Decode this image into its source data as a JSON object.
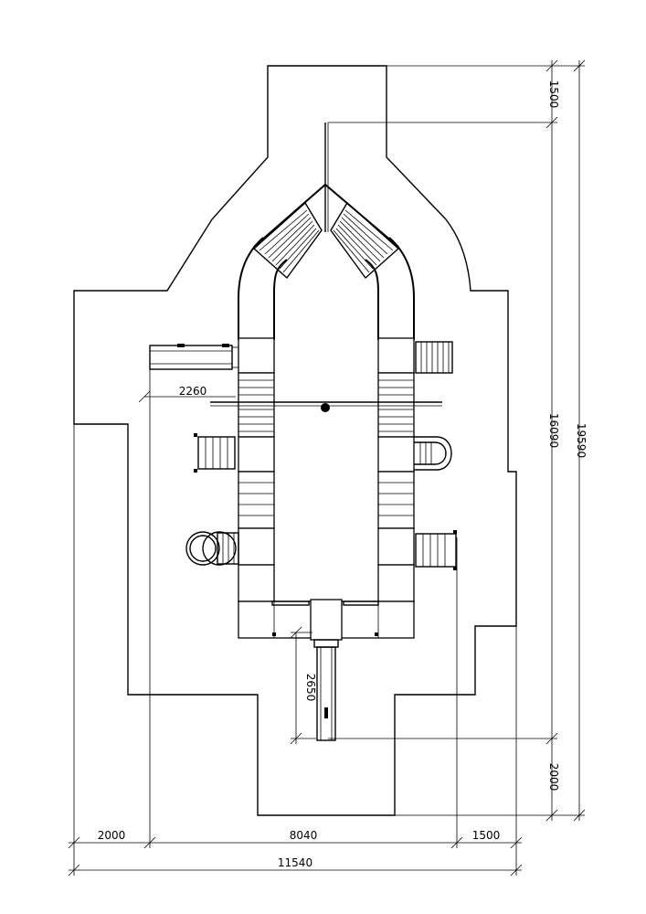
{
  "dimensions": {
    "top_offset": "1500",
    "inner_height": "16090",
    "total_height": "19590",
    "bottom_offset": "2000",
    "left_offset": "2260",
    "slide_length": "2650",
    "bottom_left": "2000",
    "bottom_middle": "8040",
    "bottom_right": "1500",
    "total_width": "11540"
  }
}
